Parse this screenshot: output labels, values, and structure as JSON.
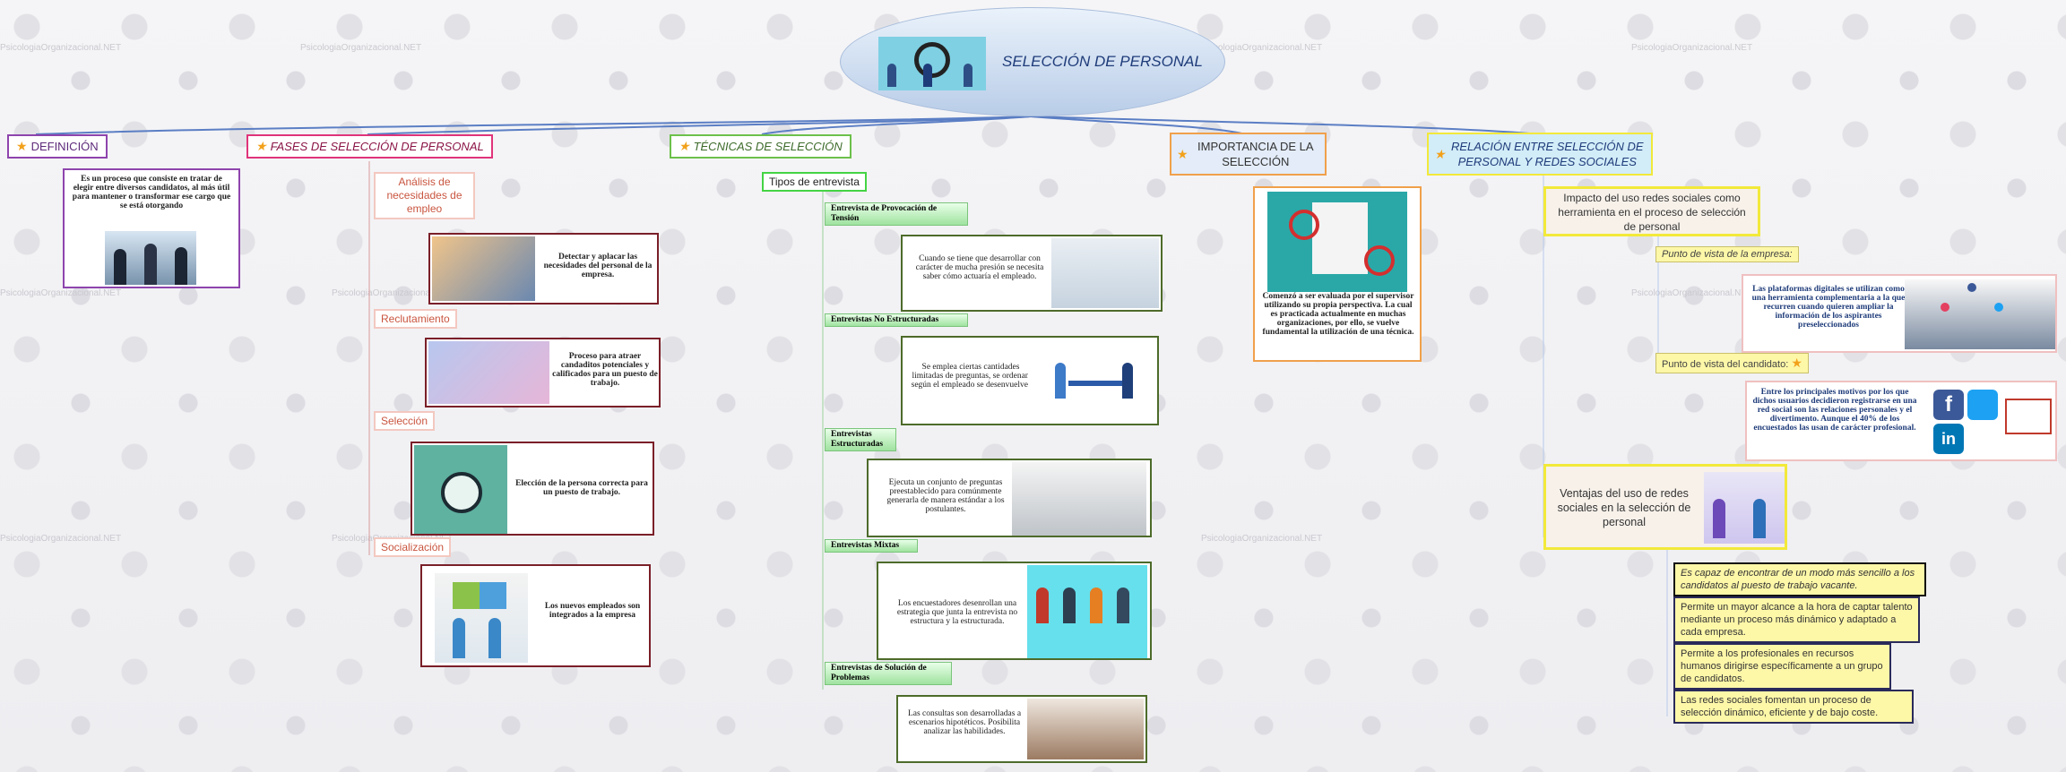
{
  "title": "SELECCIÓN DE PERSONAL",
  "watermark": "PsicologiaOrganizacional.NET",
  "definicion": {
    "header": "DEFINICIÓN",
    "text": "Es un proceso que consiste en tratar de elegir entre diversos candidatos, al más útil para mantener o transformar ese cargo que se está otorgando"
  },
  "fases": {
    "header": "FASES DE SELECCIÓN DE PERSONAL",
    "items": [
      {
        "label": "Análisis de necesidades de empleo",
        "text": "Detectar y aplacar las necesidades del personal de la empresa."
      },
      {
        "label": "Reclutamiento",
        "text": "Proceso para atraer candaditos potenciales y calificados para un puesto de trabajo."
      },
      {
        "label": "Selección",
        "text": "Elección de la persona correcta para un puesto de trabajo."
      },
      {
        "label": "Socialización",
        "text": "Los nuevos empleados son integrados a la empresa"
      }
    ]
  },
  "tecnicas": {
    "header": "TÉCNICAS DE SELECCIÓN",
    "sub": "Tipos de entrevista",
    "items": [
      {
        "label": "Entrevista de Provocación de Tensión",
        "text": "Cuando se tiene que desarrollar con carácter de mucha presión se necesita saber cómo actuaría el empleado."
      },
      {
        "label": "Entrevistas No Estructuradas",
        "text": "Se emplea ciertas cantidades limitadas de preguntas, se ordenan según el empleado se desenvuelve."
      },
      {
        "label": "Entrevistas Estructuradas",
        "text": "Ejecuta un conjunto de preguntas preestablecido para comúnmente generarla de manera estándar a los postulantes."
      },
      {
        "label": "Entrevistas Mixtas",
        "text": "Los encuestadores desenrollan una estrategia que junta la entrevista no estructura y la estructurada."
      },
      {
        "label": "Entrevistas de Solución de Problemas",
        "text": "Las consultas son desarrolladas a escenarios hipotéticos. Posibilita analizar las habilidades."
      }
    ]
  },
  "importancia": {
    "header": "IMPORTANCIA DE LA SELECCIÓN",
    "text": "Comenzó a ser evaluada por el supervisor utilizando su propia perspectiva. La cual es practicada actualmente en muchas organizaciones, por ello, se vuelve fundamental la utilización de una técnica."
  },
  "relacion": {
    "header": "RELACIÓN ENTRE SELECCIÓN DE PERSONAL Y REDES SOCIALES",
    "impacto": "Impacto del uso redes sociales como herramienta en el proceso de selección de personal",
    "punto_empresa": "Punto de vista de la empresa:",
    "texto_empresa": "Las plataformas digitales se utilizan como una herramienta complementaria a la que recurren cuando quieren ampliar la información de los aspirantes preseleccionados",
    "punto_candidato": "Punto de vista del candidato:",
    "texto_candidato": "Entre los principales motivos por los que dichos usuarios decidieron registrarse en una red social son las relaciones personales y el divertimento. Aunque el 40% de los encuestados las usan de carácter profesional.",
    "ventajas": "Ventajas del uso de redes sociales en la selección de personal",
    "ventajas_items": [
      "Es capaz de encontrar de un modo más sencillo a los candidatos al puesto de trabajo vacante.",
      "Permite un mayor alcance a la hora de captar talento mediante un proceso más dinámico y adaptado a cada empresa.",
      "Permite a los profesionales en recursos humanos dirigirse específicamente a un grupo de candidatos.",
      "Las redes sociales fomentan un proceso de selección dinámico, eficiente y de bajo coste."
    ]
  },
  "colors": {
    "definicion": "#8e44ad",
    "fases": "#e0337a",
    "tecnicas": "#6cc04a",
    "importancia": "#f0a04b",
    "relacion": "#f2e93a",
    "dark_red": "#7a1f28"
  }
}
